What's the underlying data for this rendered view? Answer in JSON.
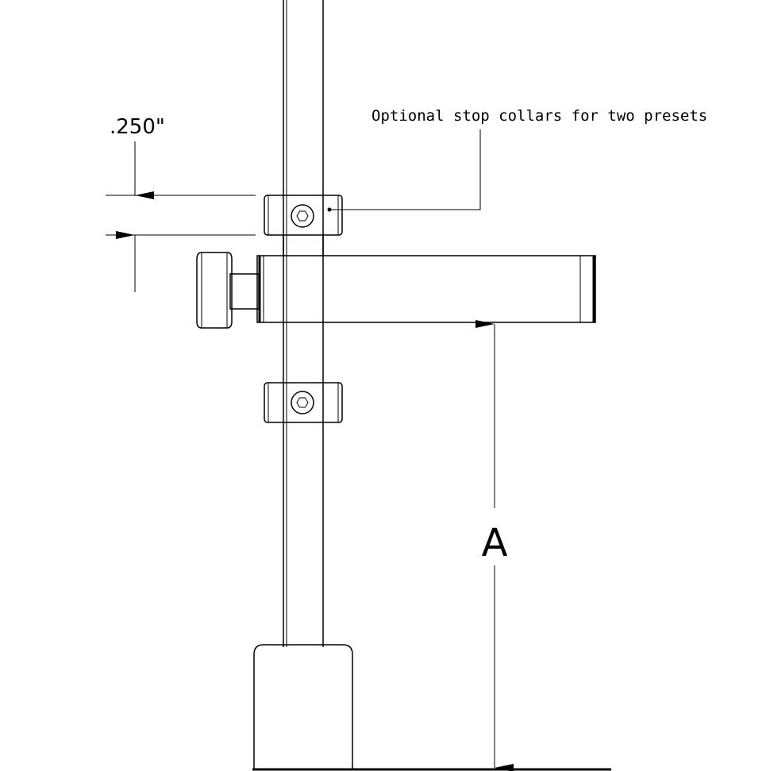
{
  "callout": {
    "text": "Optional stop collars for two presets"
  },
  "dimensions": {
    "collar_gap": ".250\"",
    "height": "A"
  },
  "colors": {
    "line": "#000000",
    "background": "#ffffff"
  }
}
